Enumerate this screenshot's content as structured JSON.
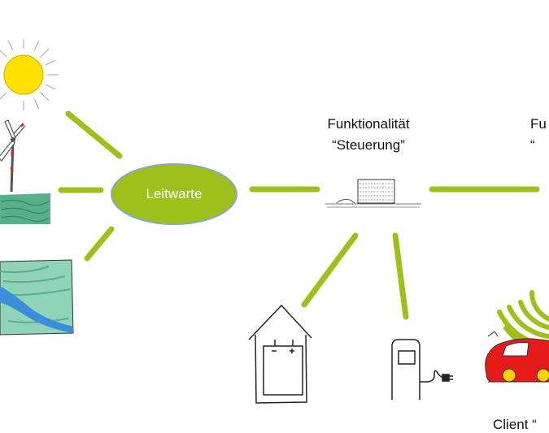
{
  "hub": {
    "label": "Leitwarte"
  },
  "control_node": {
    "line1": "Funktionalität",
    "line2": "“Steuerung”"
  },
  "cut_node": {
    "line1": "Fu",
    "line2": "“"
  },
  "client": {
    "label": "Client “"
  },
  "icons": [
    "sun-icon",
    "wind-turbine-icon",
    "river-icon",
    "control-building-icon",
    "house-battery-icon",
    "charging-station-icon",
    "car-icon",
    "wireless-signal-icon"
  ],
  "colors": {
    "connector": "#9dc11a",
    "hub_fill": "#9dc11a",
    "hub_border": "#8aa6c6",
    "sun": "#ffe200",
    "car": "#e51b1b",
    "water": "#3b8fd8",
    "grass": "#58b08a"
  }
}
